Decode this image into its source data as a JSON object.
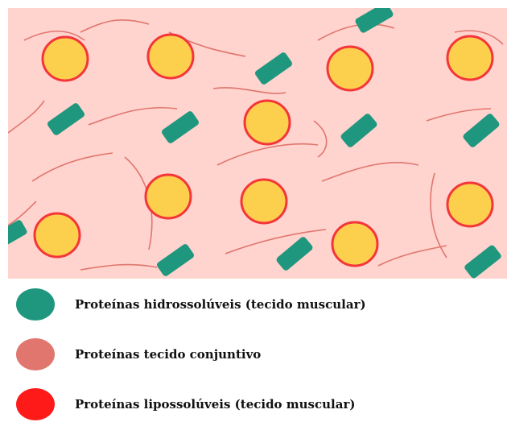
{
  "colors": {
    "background": "#ffd3ce",
    "hydrosoluble": "#1f977f",
    "connective": "#e0766e",
    "liposoluble": "#ff1a1a",
    "fat_fill": "#fcd04c",
    "fat_ring": "#f4353a"
  },
  "legend": {
    "items": [
      {
        "label": "Proteínas hidrossolúveis (tecido muscular)",
        "color": "#1f977f"
      },
      {
        "label": "Proteínas tecido conjuntivo",
        "color": "#e0766e"
      },
      {
        "label": "Proteínas lipossolúveis (tecido muscular)",
        "color": "#ff1a1a"
      }
    ]
  }
}
